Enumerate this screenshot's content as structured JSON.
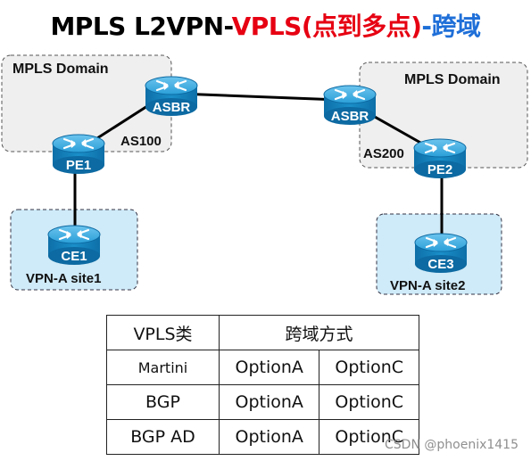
{
  "title": {
    "part1": "MPLS L2VPN-",
    "part2": "VPLS(点到多点)",
    "part3": "-跨域"
  },
  "colors": {
    "title_black": "#000000",
    "title_red": "#e60012",
    "title_blue": "#1f6fd8",
    "router_blue": "#1a8fc9",
    "site_fill": "#cfeaf8",
    "domain_fill": "#efefef"
  },
  "domains": [
    {
      "label": "MPLS Domain",
      "as": "AS100"
    },
    {
      "label": "MPLS Domain",
      "as": "AS200"
    }
  ],
  "sites": [
    {
      "label": "VPN-A site1"
    },
    {
      "label": "VPN-A site2"
    }
  ],
  "routers": {
    "asbr_left": "ASBR",
    "asbr_right": "ASBR",
    "pe1": "PE1",
    "pe2": "PE2",
    "ce1": "CE1",
    "ce3": "CE3"
  },
  "table": {
    "headers": [
      "VPLS类",
      "跨域方式"
    ],
    "rows": [
      {
        "type": "Martini",
        "opt1": "OptionA",
        "opt2": "OptionC"
      },
      {
        "type": "BGP",
        "opt1": "OptionA",
        "opt2": "OptionC"
      },
      {
        "type": "BGP AD",
        "opt1": "OptionA",
        "opt2": "OptionC"
      }
    ]
  },
  "watermark": "CSDN @phoenix1415"
}
